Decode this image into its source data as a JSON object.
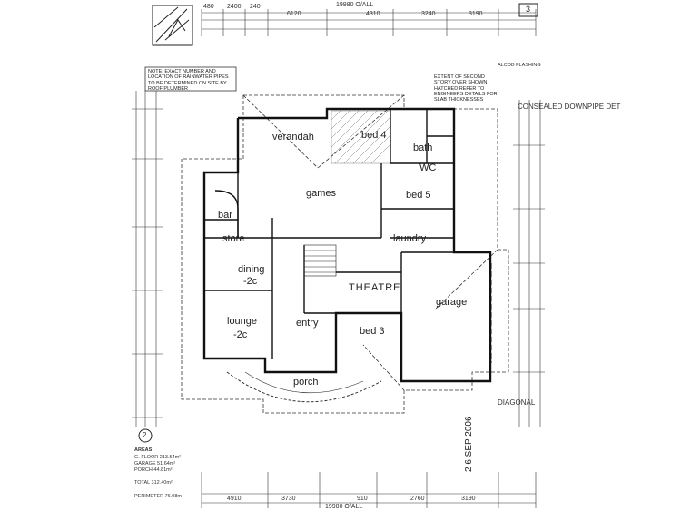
{
  "rooms": {
    "verandah": "verandah",
    "bed4": "bed 4",
    "bath": "bath",
    "wc": "WC",
    "games": "games",
    "bed5": "bed 5",
    "bar": "bar",
    "store": "store",
    "laundry": "laundry",
    "dining": "dining",
    "dining_level": "-2c",
    "theatre": "THEATRE",
    "garage": "garage",
    "lounge": "lounge",
    "lounge_level": "-2c",
    "entry": "entry",
    "bed3": "bed 3",
    "porch": "porch"
  },
  "dimensions": {
    "top": [
      "480",
      "2400",
      "240",
      "6120",
      "4310",
      "3240",
      "3190"
    ],
    "top_overall": "19980 O/ALL",
    "bottom": [
      "4910",
      "3730",
      "910",
      "2760",
      "3190"
    ],
    "bottom_overall": "19980 O/ALL"
  },
  "notes": {
    "sewer_note": "NOTE: EXACT NUMBER AND LOCATION OF RAINWATER PIPES TO BE DETERMINED ON SITE BY ROOF PLUMBER",
    "second_storey": "EXTENT OF SECOND STORY OVER SHOWN HATCHED REFER TO ENGINEERS DETAILS FOR SLAB THICKNESSES",
    "downpipe": "CONSEALED DOWNPIPE DET",
    "alcob": "ALCOB FLASHING",
    "diagonal": "DIAGONAL",
    "stamp": "2 6 SEP 2006"
  },
  "areas": {
    "ground_label": "AREAS",
    "ground_floor": "G. FLOOR   213.54m²",
    "garage": "GARAGE   51.64m²",
    "porch": "PORCH   44.81m²",
    "total": "TOTAL   312.40m²",
    "perimeter": "PERIMETER   76.08m"
  },
  "markers": {
    "corner_right": "3",
    "corner_left": "2"
  }
}
